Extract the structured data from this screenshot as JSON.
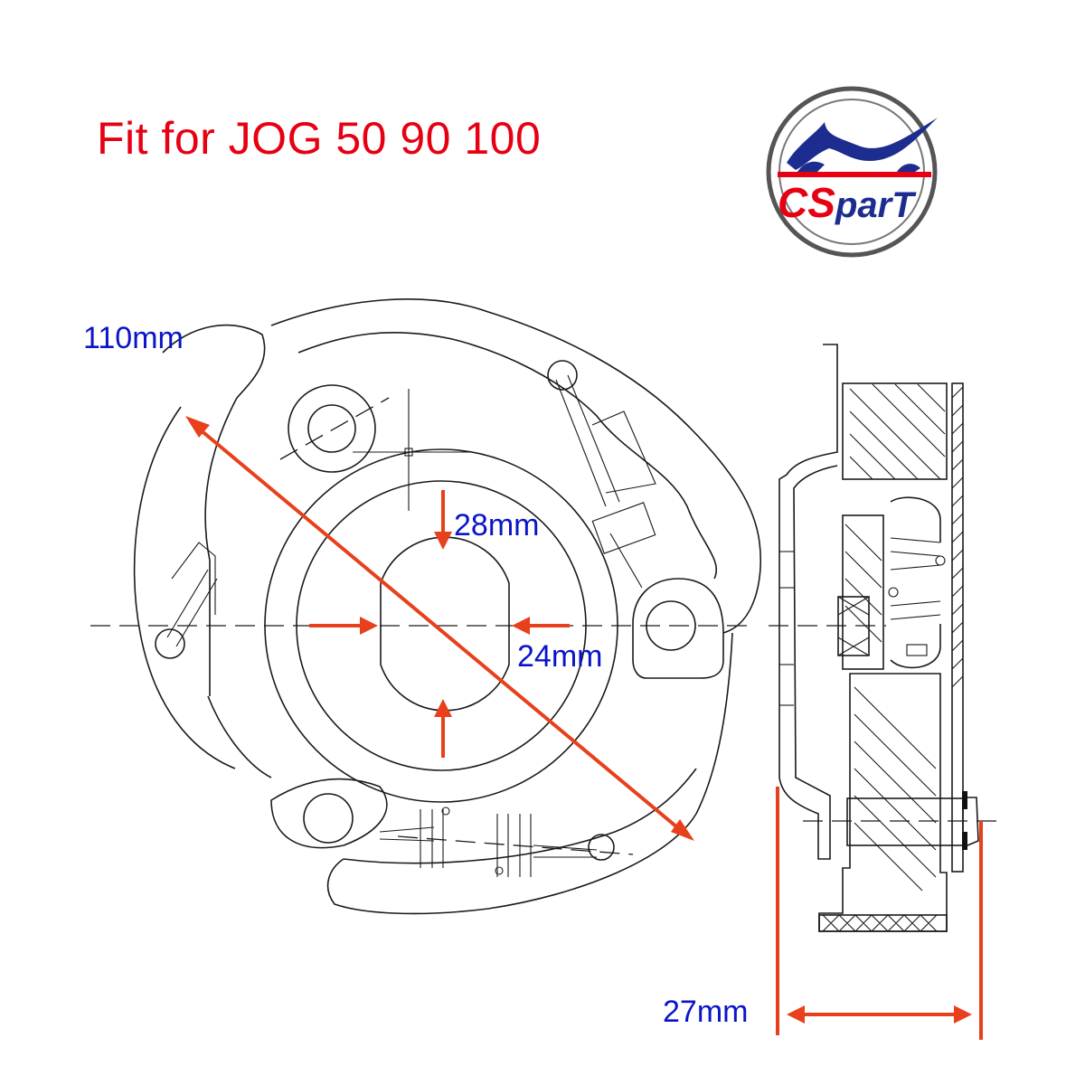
{
  "title": "Fit for JOG 50 90 100",
  "logo": {
    "text_cs": "CS",
    "text_part": "parT",
    "colors": {
      "red": "#e60012",
      "blue": "#1c2d8f",
      "ring": "#555555"
    }
  },
  "dimensions": {
    "outer_diameter": "110mm",
    "bore_height": "28mm",
    "bore_width": "24mm",
    "thickness": "27mm"
  },
  "colors": {
    "title": "#e60012",
    "dimension_text": "#0a14c8",
    "dimension_arrows": "#e8401c",
    "line_art": "#1a1a1a"
  },
  "views": [
    "front-view",
    "side-section-view"
  ]
}
